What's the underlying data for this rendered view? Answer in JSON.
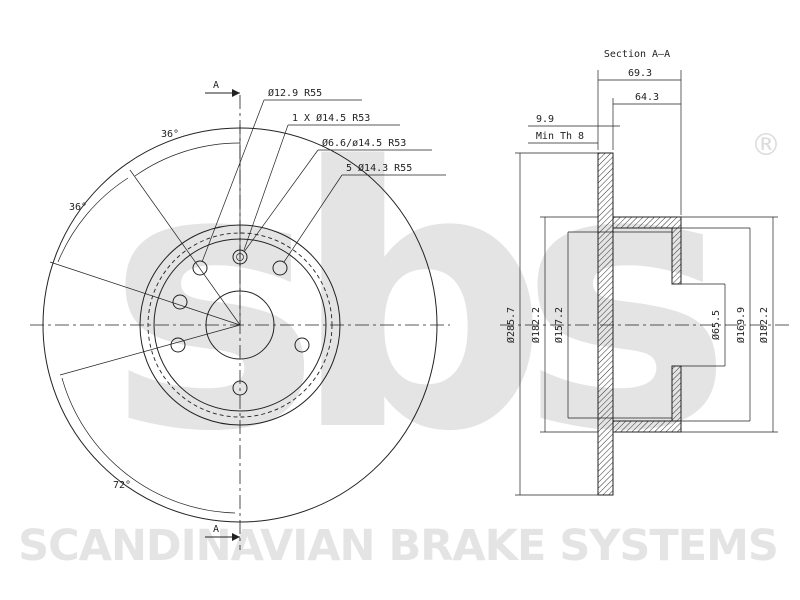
{
  "brand": {
    "watermark_logo": "sbs",
    "registered_mark": "®",
    "company_name": "SCANDINAVIAN BRAKE SYSTEMS",
    "watermark_color": "#e4e4e4"
  },
  "front_view": {
    "section_marker_top": "A",
    "section_marker_bottom": "A",
    "angle_labels": [
      "36°",
      "36°",
      "72°"
    ],
    "hole_callouts": [
      "Ø12.9  R55",
      "1  X  Ø14.5  R53",
      "Ø6.6/ø14.5  R53",
      "5    Ø14.3  R55"
    ]
  },
  "section_view": {
    "title": "Section  A–A",
    "dim_overall_width": "69.3",
    "dim_hat_depth": "64.3",
    "dim_disc_thickness": "9.9",
    "dim_min_thickness": "Min Th  8",
    "diameters": [
      "Ø285.7",
      "Ø182.2",
      "Ø157.2",
      "Ø65.5",
      "Ø169.9",
      "Ø182.2"
    ]
  }
}
